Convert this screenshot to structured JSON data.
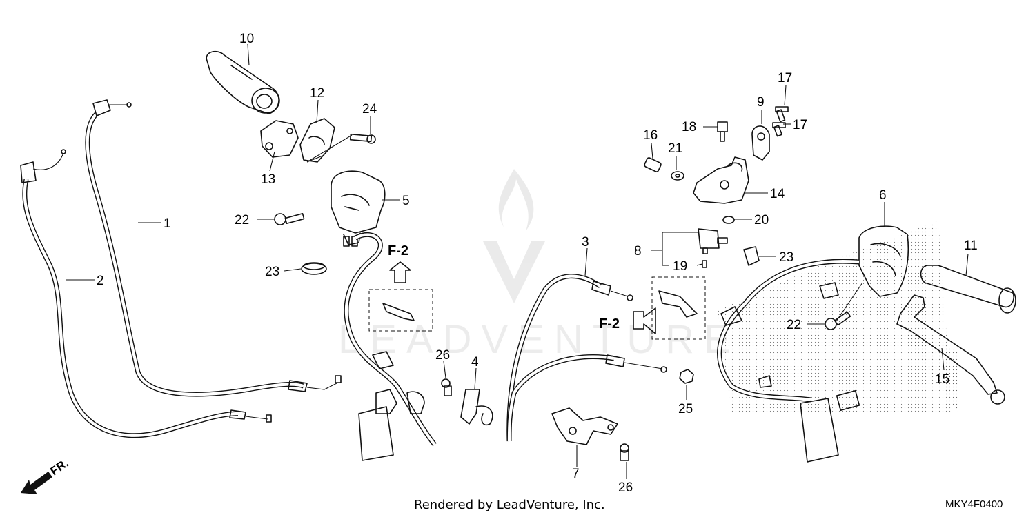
{
  "diagram": {
    "callouts": [
      {
        "id": "c1",
        "label": "1"
      },
      {
        "id": "c2",
        "label": "2"
      },
      {
        "id": "c3",
        "label": "3"
      },
      {
        "id": "c4",
        "label": "4"
      },
      {
        "id": "c5",
        "label": "5"
      },
      {
        "id": "c6",
        "label": "6"
      },
      {
        "id": "c7",
        "label": "7"
      },
      {
        "id": "c8",
        "label": "8"
      },
      {
        "id": "c9",
        "label": "9"
      },
      {
        "id": "c10",
        "label": "10"
      },
      {
        "id": "c11",
        "label": "11"
      },
      {
        "id": "c12",
        "label": "12"
      },
      {
        "id": "c13",
        "label": "13"
      },
      {
        "id": "c14",
        "label": "14"
      },
      {
        "id": "c15",
        "label": "15"
      },
      {
        "id": "c16",
        "label": "16"
      },
      {
        "id": "c17a",
        "label": "17"
      },
      {
        "id": "c17b",
        "label": "17"
      },
      {
        "id": "c18",
        "label": "18"
      },
      {
        "id": "c19",
        "label": "19"
      },
      {
        "id": "c20",
        "label": "20"
      },
      {
        "id": "c21",
        "label": "21"
      },
      {
        "id": "c22a",
        "label": "22"
      },
      {
        "id": "c22b",
        "label": "22"
      },
      {
        "id": "c23a",
        "label": "23"
      },
      {
        "id": "c23b",
        "label": "23"
      },
      {
        "id": "c24",
        "label": "24"
      },
      {
        "id": "c25",
        "label": "25"
      },
      {
        "id": "c26a",
        "label": "26"
      },
      {
        "id": "c26b",
        "label": "26"
      }
    ],
    "ref_left": "F-2",
    "ref_right": "F-2",
    "front_label": "FR.",
    "footer": "Rendered by LeadVenture, Inc.",
    "diagram_code": "MKY4F0400",
    "watermark": "LEADVENTURE",
    "colors": {
      "ink": "#111111",
      "background": "#ffffff"
    }
  }
}
